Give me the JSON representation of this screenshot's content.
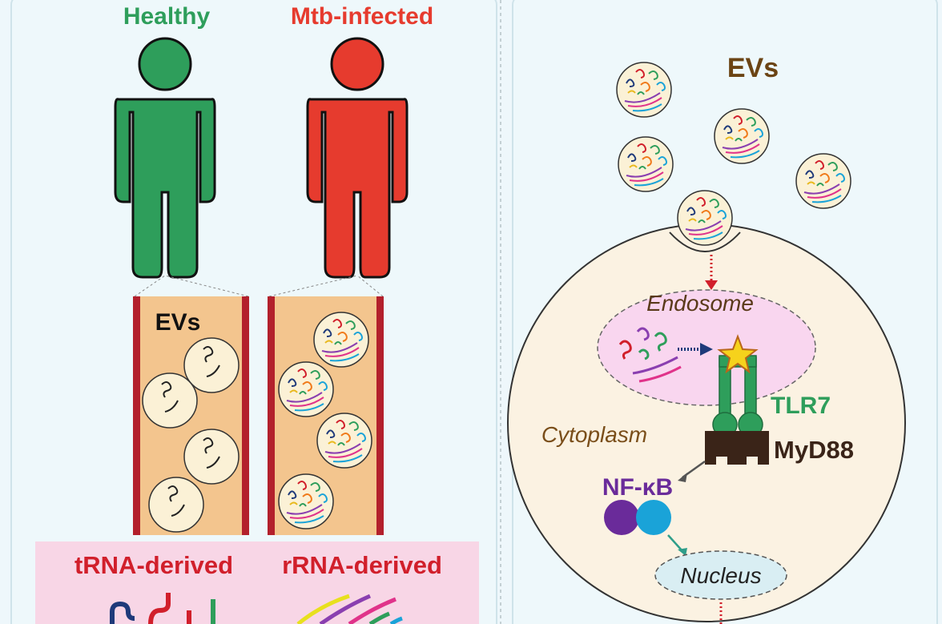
{
  "left_panel": {
    "healthy_label": "Healthy",
    "infected_label": "Mtb-infected",
    "evs_label": "EVs",
    "trna_label": "tRNA-derived",
    "rrna_label": "rRNA-derived"
  },
  "right_panel": {
    "evs_label": "EVs",
    "endosome_label": "Endosome",
    "cytoplasm_label": "Cytoplasm",
    "tlr7_label": "TLR7",
    "myd88_label": "MyD88",
    "nfkb_label": "NF-κB",
    "nucleus_label": "Nucleus"
  },
  "colors": {
    "healthy": "#2e9e5b",
    "infected": "#e63b2e",
    "vessel_wall": "#b3202c",
    "vessel_fill": "#f3c58e",
    "trna_title": "#d11f2b",
    "tlr7": "#2e9e5b",
    "myd88": "#3a2418",
    "nfkb": "#6a2b9a",
    "evs_title": "#6b4414",
    "cell_fill": "#fbf2e2",
    "endosome_fill": "#f9d6ef",
    "nucleus_fill": "#d9eef3"
  }
}
